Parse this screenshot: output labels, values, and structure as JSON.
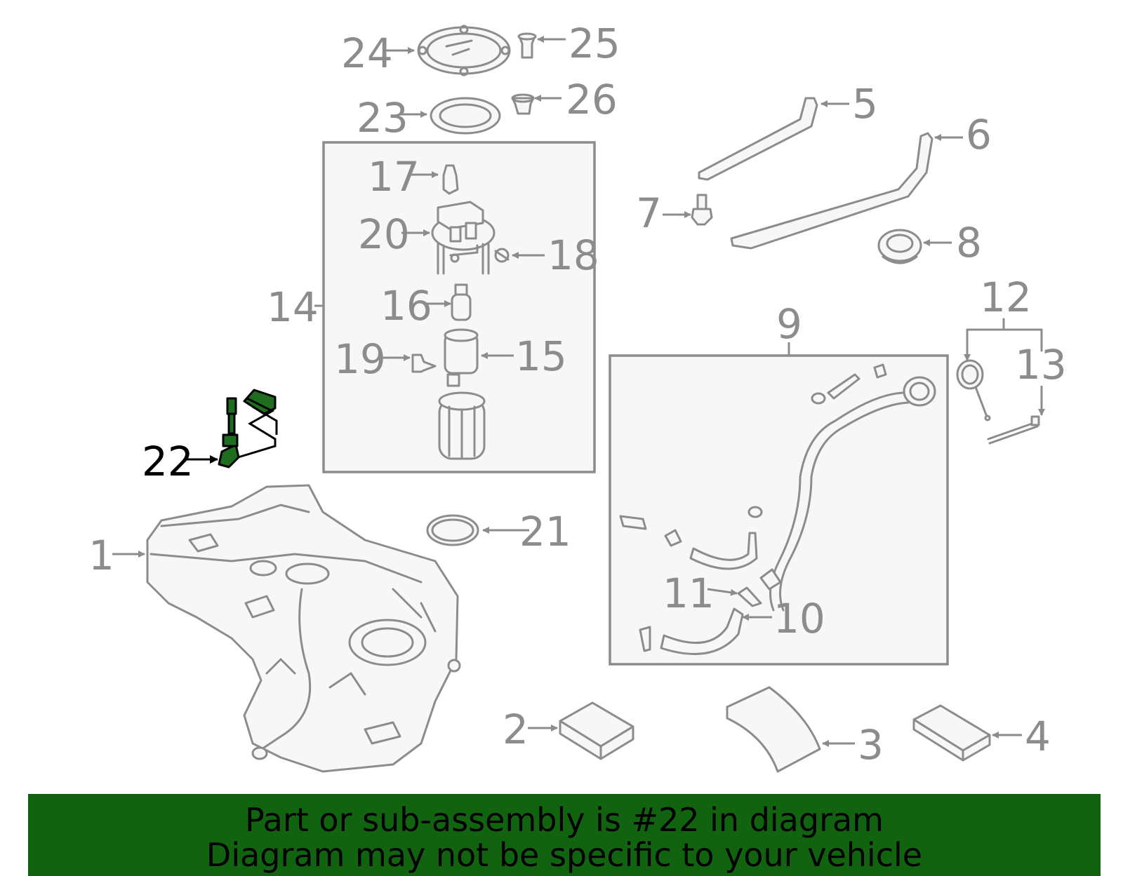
{
  "highlight_color": "#1f6e1f",
  "banner_color": "#116310",
  "callouts": [
    {
      "id": "1",
      "text": "1"
    },
    {
      "id": "2",
      "text": "2"
    },
    {
      "id": "3",
      "text": "3"
    },
    {
      "id": "4",
      "text": "4"
    },
    {
      "id": "5",
      "text": "5"
    },
    {
      "id": "6",
      "text": "6"
    },
    {
      "id": "7",
      "text": "7"
    },
    {
      "id": "8",
      "text": "8"
    },
    {
      "id": "9",
      "text": "9"
    },
    {
      "id": "10",
      "text": "10"
    },
    {
      "id": "11",
      "text": "11"
    },
    {
      "id": "12",
      "text": "12"
    },
    {
      "id": "13",
      "text": "13"
    },
    {
      "id": "14",
      "text": "14"
    },
    {
      "id": "15",
      "text": "15"
    },
    {
      "id": "16",
      "text": "16"
    },
    {
      "id": "17",
      "text": "17"
    },
    {
      "id": "18",
      "text": "18"
    },
    {
      "id": "19",
      "text": "19"
    },
    {
      "id": "20",
      "text": "20"
    },
    {
      "id": "21",
      "text": "21"
    },
    {
      "id": "22",
      "text": "22",
      "highlighted": true
    },
    {
      "id": "23",
      "text": "23"
    },
    {
      "id": "24",
      "text": "24"
    },
    {
      "id": "25",
      "text": "25"
    },
    {
      "id": "26",
      "text": "26"
    }
  ],
  "banner": {
    "line1": "Part or sub-assembly is #22 in diagram",
    "line2": "Diagram may not be specific to your vehicle"
  }
}
